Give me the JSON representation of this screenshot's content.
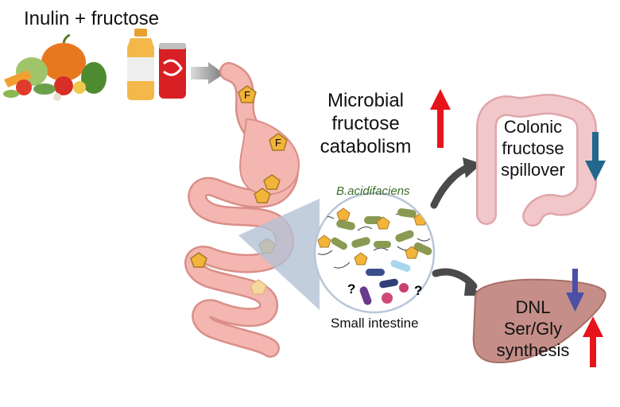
{
  "title": "Inulin + fructose",
  "microbial": {
    "line1": "Microbial",
    "line2": "fructose",
    "line3": "catabolism"
  },
  "colonic": {
    "line1": "Colonic",
    "line2": "fructose",
    "line3": "spillover"
  },
  "liver": {
    "line1": "DNL",
    "line2": "Ser/Gly",
    "line3": "synthesis"
  },
  "bacteria_label": "B.acidifaciens",
  "small_intestine_label": "Small intestine",
  "fructose_marker": "F",
  "unknown_marker": "?",
  "colors": {
    "gut": "#f4b6b0",
    "gut_outline": "#d98f88",
    "fructose": "#f3b43c",
    "up_arrow": "#e8141b",
    "down_arrow_colon": "#23678f",
    "down_arrow_liver": "#4b4fa8",
    "liver": "#c58e88",
    "colon": "#f2c7c9",
    "bacteria_green": "#8a9a52"
  },
  "icons": [
    "vegetables-icon",
    "juice-bottle-icon",
    "soda-can-icon",
    "gut-icon",
    "colon-icon",
    "liver-icon"
  ]
}
